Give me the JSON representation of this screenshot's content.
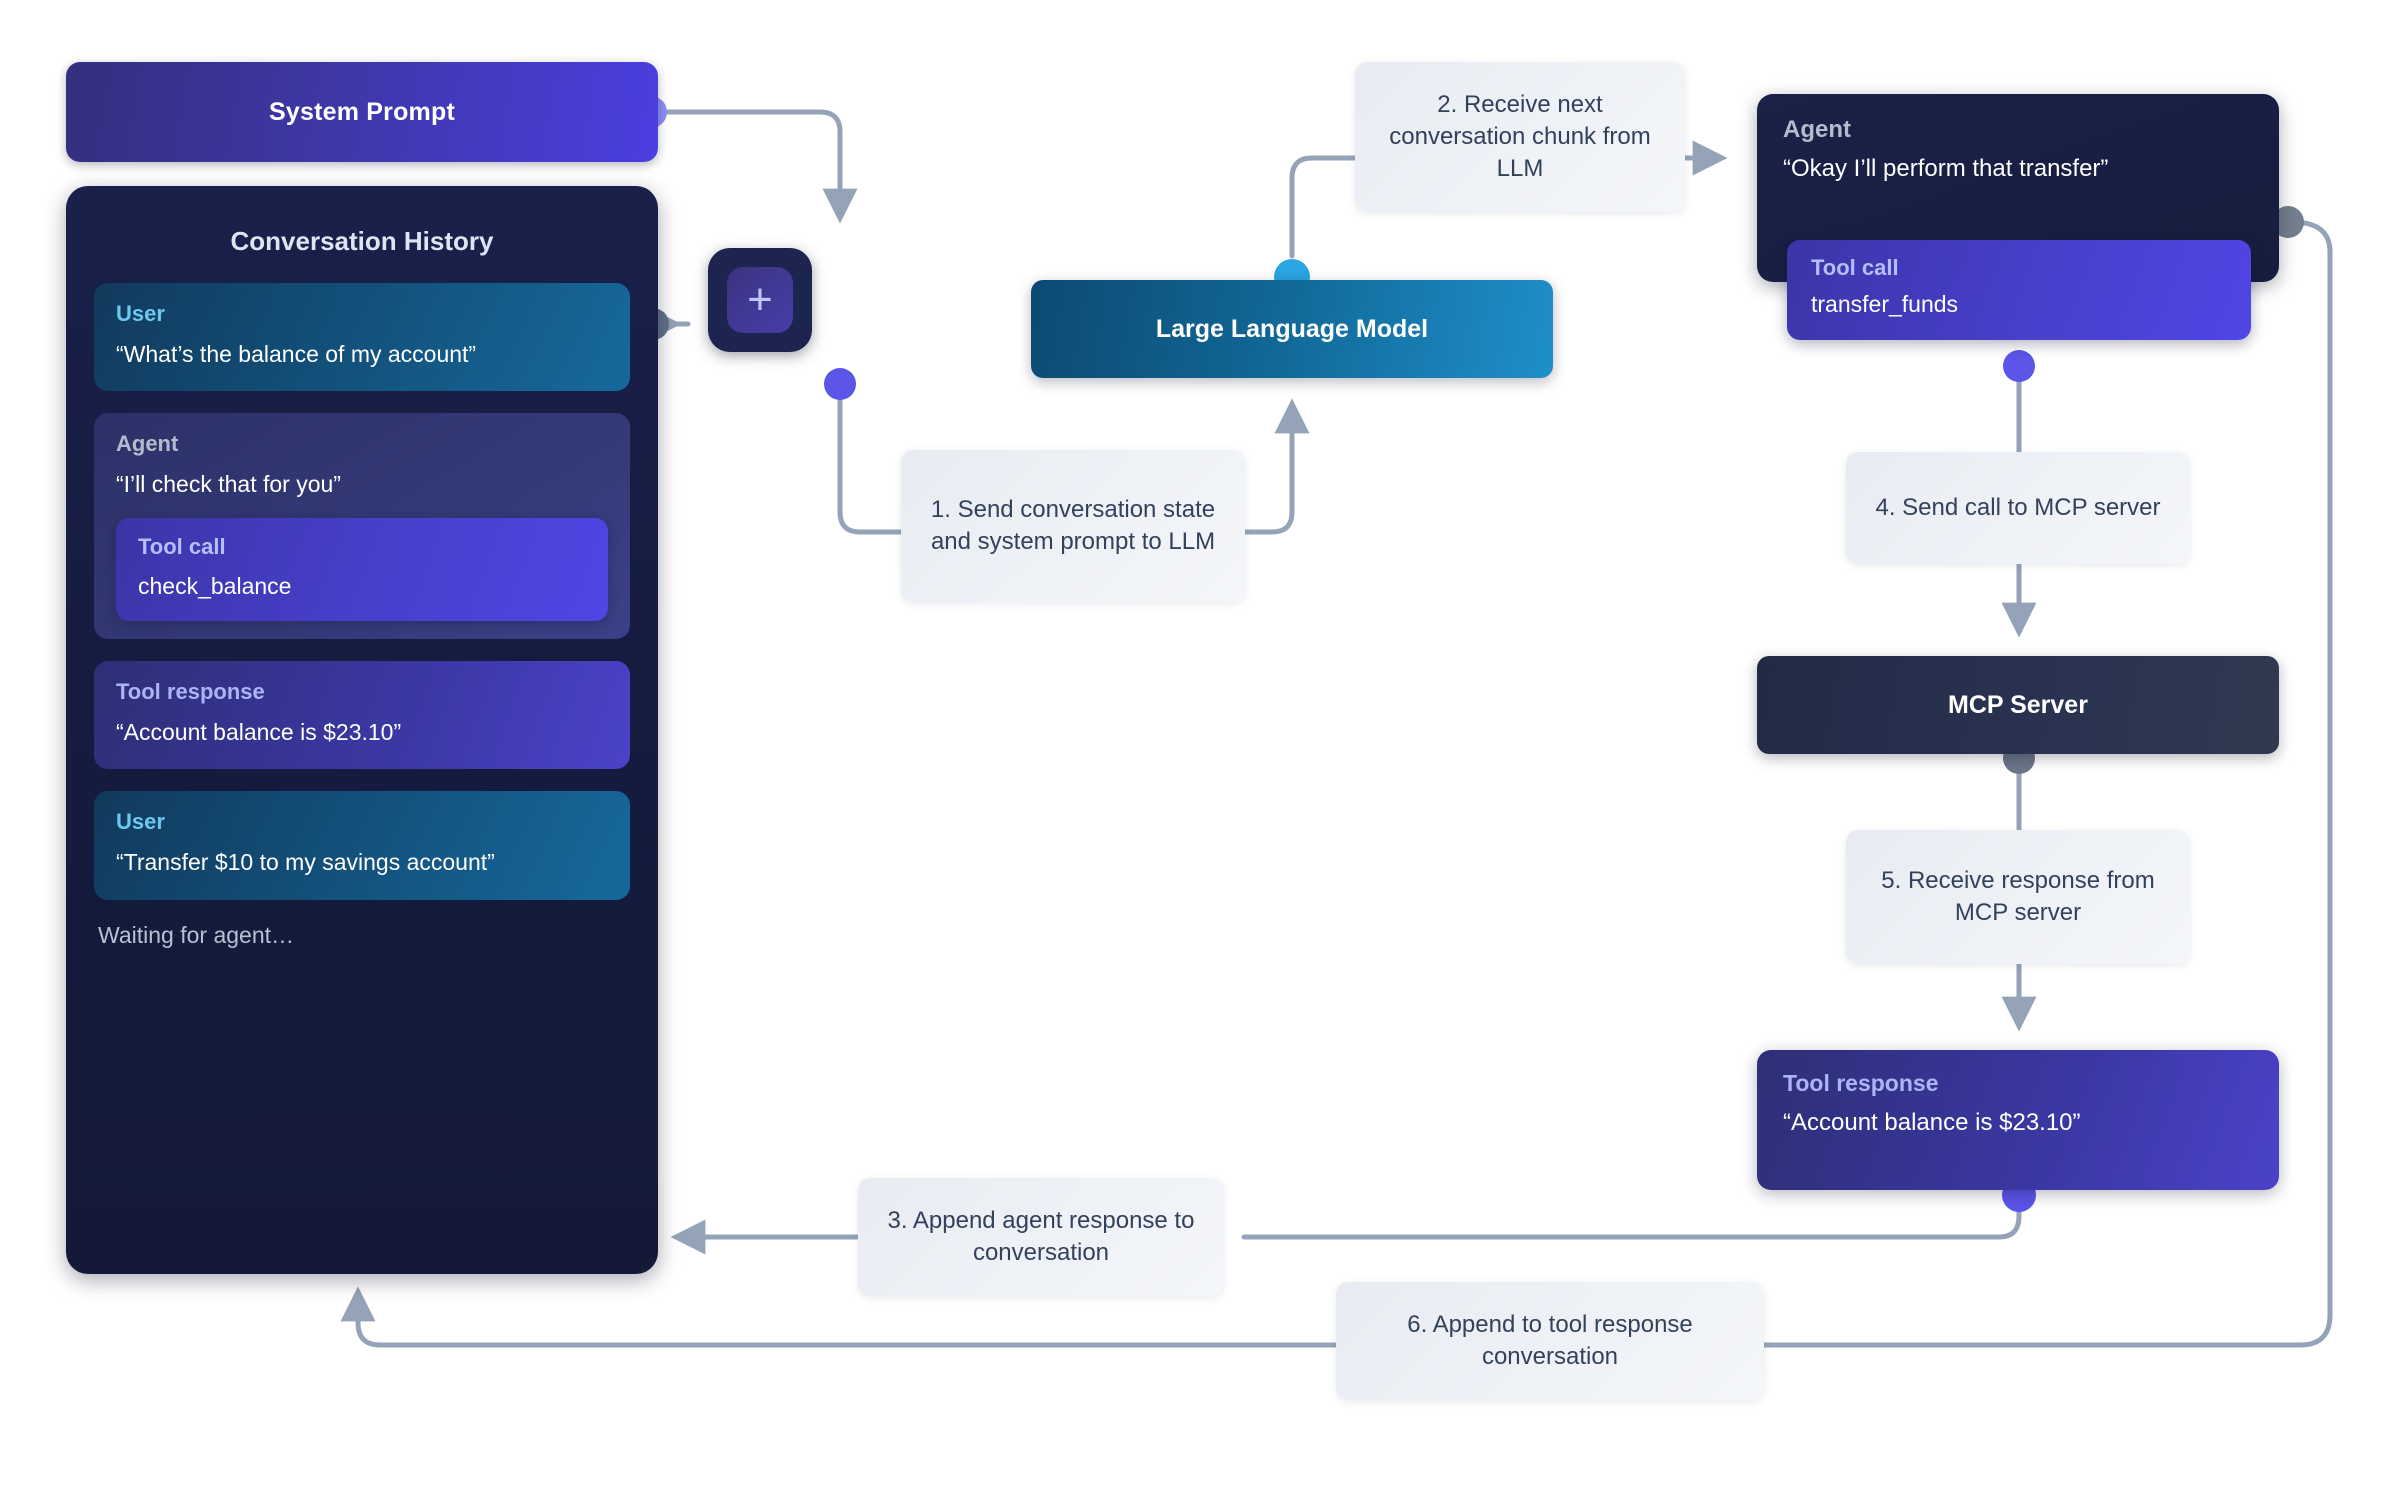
{
  "system_prompt": {
    "title": "System Prompt"
  },
  "conversation": {
    "title": "Conversation History",
    "messages": [
      {
        "role": "User",
        "text": "“What’s the balance of my account”"
      },
      {
        "role": "Agent",
        "text": "“I’ll check that for you”",
        "tool_call": {
          "label": "Tool call",
          "name": "check_balance"
        }
      },
      {
        "role": "Tool response",
        "text": "“Account balance is $23.10”"
      },
      {
        "role": "User",
        "text": "“Transfer $10 to my savings account”"
      }
    ],
    "status": "Waiting for agent…"
  },
  "merge_node": {
    "glyph": "+"
  },
  "llm": {
    "title": "Large Language Model"
  },
  "agent": {
    "role": "Agent",
    "text": "“Okay I’ll perform that transfer”",
    "tool_call": {
      "label": "Tool call",
      "name": "transfer_funds"
    }
  },
  "mcp_server": {
    "title": "MCP Server"
  },
  "tool_response_right": {
    "label": "Tool response",
    "text": "“Account balance is $23.10”"
  },
  "steps": {
    "s1": "1. Send conversation state and system prompt to LLM",
    "s2": "2. Receive next conversation chunk from LLM",
    "s3": "3. Append agent response to conversation",
    "s4": "4. Send call to MCP server",
    "s5": "5. Receive response from MCP server",
    "s6": "6. Append to tool response conversation"
  },
  "colors": {
    "edge": "#94a3b8",
    "dot_purple": "#5b55e8",
    "dot_gray": "#64748b",
    "dot_cyan": "#2ba6e0",
    "dot_lavender": "#8b8cf5",
    "callout_bg": "#eef1f6",
    "callout_text": "#33415a",
    "panel_bg": "#151b3e",
    "accent_indigo": "#4f46e5",
    "accent_blue": "#16699c"
  }
}
